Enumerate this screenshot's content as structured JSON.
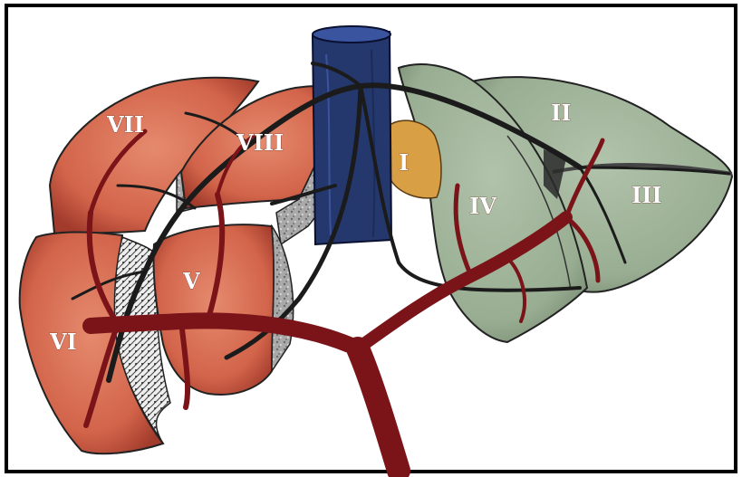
{
  "figure": {
    "segments": [
      {
        "id": "I",
        "label": "I",
        "lobe": "caudate",
        "color": "#d99f45"
      },
      {
        "id": "II",
        "label": "II",
        "lobe": "left",
        "color": "#9cb197"
      },
      {
        "id": "III",
        "label": "III",
        "lobe": "left",
        "color": "#9cb197"
      },
      {
        "id": "IV",
        "label": "IV",
        "lobe": "left",
        "color": "#9cb197"
      },
      {
        "id": "V",
        "label": "V",
        "lobe": "right",
        "color": "#d86a4f"
      },
      {
        "id": "VI",
        "label": "VI",
        "lobe": "right",
        "color": "#d86a4f"
      },
      {
        "id": "VII",
        "label": "VII",
        "lobe": "right",
        "color": "#d86a4f"
      },
      {
        "id": "VIII",
        "label": "VIII",
        "lobe": "right",
        "color": "#d86a4f"
      }
    ],
    "colors": {
      "right_lobe": "#d86a4f",
      "left_lobe": "#9cb197",
      "caudate": "#d99f45",
      "ivc": "#24386e",
      "portal_vein": "#7a1418",
      "hepatic_veins": "#1b1b1b",
      "cut_surface": "#9a9a9a",
      "frame": "#000000"
    }
  }
}
